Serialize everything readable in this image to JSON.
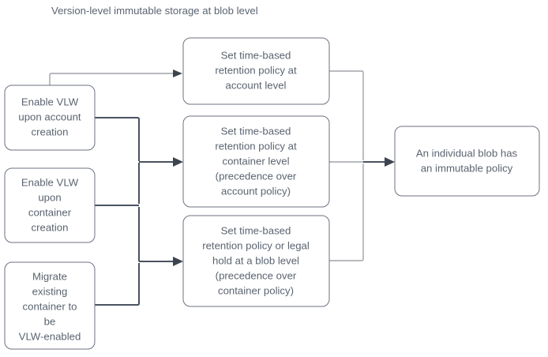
{
  "title": "Version-level immutable storage at blob level",
  "colors": {
    "text": "#5b6470",
    "node_border": "#6b7280",
    "node_fill": "#ffffff",
    "edge_dark": "#4a5260",
    "edge_light": "#a0a4a8",
    "background": "#ffffff"
  },
  "nodes": {
    "enable_vlw_account": {
      "lines": [
        "Enable VLW",
        "upon account",
        "creation"
      ]
    },
    "enable_vlw_container": {
      "lines": [
        "Enable VLW",
        "upon",
        "container",
        "creation"
      ]
    },
    "migrate_container": {
      "lines": [
        "Migrate",
        "existing",
        "container to",
        "be",
        "VLW-enabled"
      ]
    },
    "retention_account": {
      "lines": [
        "Set time-based",
        "retention policy at",
        "account level"
      ]
    },
    "retention_container": {
      "lines": [
        "Set time-based",
        "retention policy at",
        "container level",
        "(precedence over",
        "account policy)"
      ]
    },
    "retention_blob": {
      "lines": [
        "Set time-based",
        "retention policy or legal",
        "hold at a blob level",
        "(precedence over",
        "container policy)"
      ]
    },
    "immutable_blob": {
      "lines": [
        "An individual blob has",
        "an immutable policy"
      ]
    }
  }
}
